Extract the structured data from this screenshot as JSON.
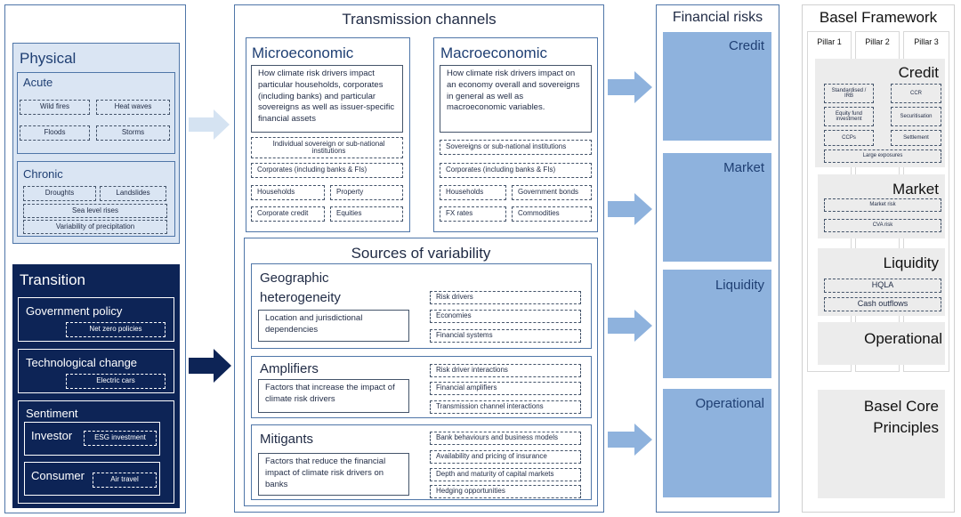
{
  "drivers": {
    "physical": {
      "title": "Physical",
      "acute": {
        "title": "Acute",
        "items": [
          "Wild fires",
          "Heat waves",
          "Floods",
          "Storms"
        ]
      },
      "chronic": {
        "title": "Chronic",
        "items": [
          "Droughts",
          "Landslides",
          "Sea level rises",
          "Variability of precipitation"
        ]
      }
    },
    "transition": {
      "title": "Transition",
      "government": {
        "title": "Government policy",
        "item": "Net zero policies"
      },
      "technology": {
        "title": "Technological change",
        "item": "Electric cars"
      },
      "sentiment": {
        "title": "Sentiment",
        "investor": {
          "title": "Investor",
          "item": "ESG investment"
        },
        "consumer": {
          "title": "Consumer",
          "item": "Air travel"
        }
      }
    }
  },
  "transmission": {
    "title": "Transmission channels",
    "micro": {
      "title": "Microeconomic",
      "description": "How climate risk drivers impact particular households, corporates (including banks) and particular sovereigns as well as issuer-specific  financial assets",
      "items": [
        "Individual sovereign or sub-national institutions",
        "Corporates (including banks & FIs)",
        "Households",
        "Property",
        "Corporate credit",
        "Equities"
      ]
    },
    "macro": {
      "title": "Macroeconomic",
      "description": "How climate risk drivers impact on an economy overall and sovereigns in general as well as macroeconomic variables.",
      "items": [
        "Sovereigns or sub-national institutions",
        "Corporates (including banks & FIs)",
        "Households",
        "Government bonds",
        "FX rates",
        "Commodities"
      ]
    }
  },
  "variability": {
    "title": "Sources of variability",
    "geographic": {
      "title_line1": "Geographic",
      "title_line2": "heterogeneity",
      "description": "Location and jurisdictional dependencies",
      "items": [
        "Risk drivers",
        "Economies",
        "Financial systems"
      ]
    },
    "amplifiers": {
      "title": "Amplifiers",
      "description": "Factors that increase the impact of climate risk drivers",
      "items": [
        "Risk driver interactions",
        "Financial amplifiers",
        "Transmission channel interactions"
      ]
    },
    "mitigants": {
      "title": "Mitigants",
      "description": "Factors that reduce the financial impact of climate risk drivers on banks",
      "items": [
        "Bank behaviours and business models",
        "Availability and pricing of insurance",
        "Depth and maturity of capital markets",
        "Hedging opportunities"
      ]
    }
  },
  "financial_risks": {
    "title": "Financial risks",
    "items": [
      "Credit",
      "Market",
      "Liquidity",
      "Operational"
    ]
  },
  "basel": {
    "title": "Basel Framework",
    "pillars": [
      "Pillar 1",
      "Pillar 2",
      "Pillar 3"
    ],
    "credit": {
      "title": "Credit",
      "items": [
        "Standardised / IRB",
        "CCR",
        "Equity fund investment",
        "Securitisation",
        "CCPs",
        "Settlement",
        "Large exposures"
      ]
    },
    "market": {
      "title": "Market",
      "items": [
        "Market risk",
        "CVA risk"
      ]
    },
    "liquidity": {
      "title": "Liquidity",
      "items": [
        "HQLA",
        "Cash outflows"
      ]
    },
    "operational": {
      "title": "Operational"
    },
    "core_principles_line1": "Basel Core",
    "core_principles_line2": "Principles"
  },
  "colors": {
    "physical_bg": "#dae5f3",
    "physical_border": "#4f76a8",
    "transition_bg": "#0d2456",
    "risk_box": "#8eb2dd",
    "arrow_light": "#d5e3f2",
    "arrow_mid": "#8eb2dd",
    "arrow_dark": "#0d2456",
    "basel_box": "#ececec"
  }
}
